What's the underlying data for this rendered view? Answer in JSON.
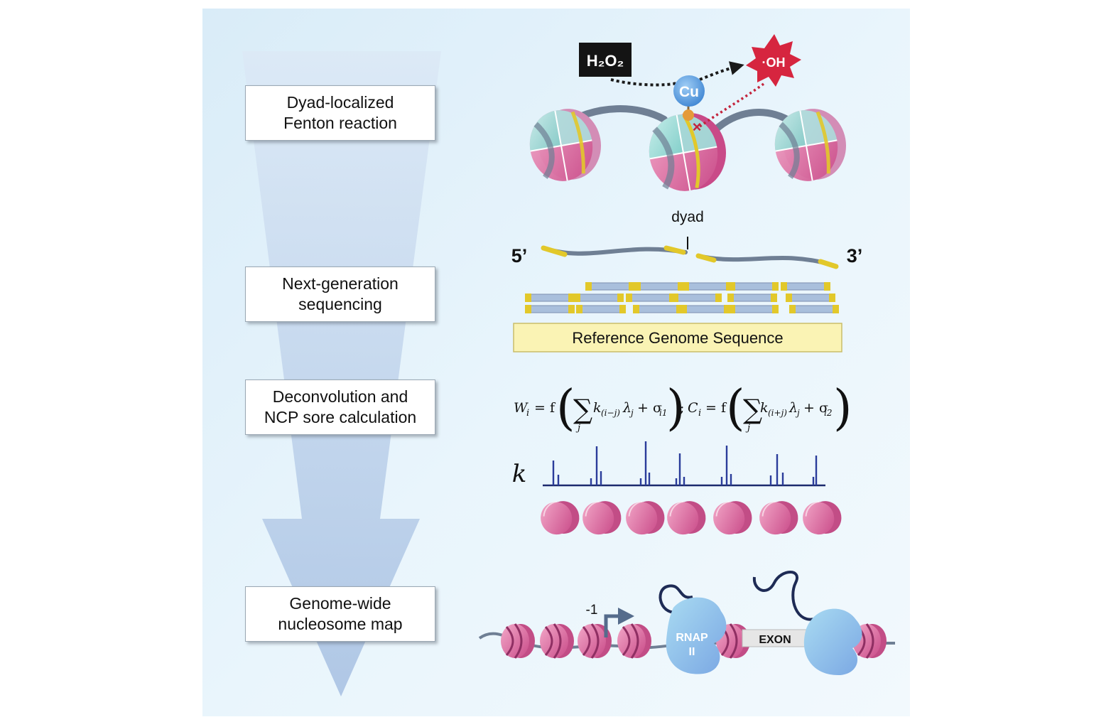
{
  "steps": [
    {
      "line1": "Dyad-localized",
      "line2": "Fenton reaction"
    },
    {
      "line1": "Next-generation",
      "line2": "sequencing"
    },
    {
      "line1": "Deconvolution and",
      "line2": "NCP sore calculation"
    },
    {
      "line1": "Genome-wide",
      "line2": "nucleosome map"
    }
  ],
  "fenton": {
    "reagent": "H₂O₂",
    "radical": "·OH",
    "metal": "Cu",
    "dyad_label": "dyad"
  },
  "sequencing": {
    "five_prime": "5’",
    "three_prime": "3’",
    "reference_label": "Reference Genome Sequence"
  },
  "deconvolution": {
    "w_lhs": "W",
    "w_sub": "i",
    "c_lhs": "C",
    "c_sub": "i",
    "eq": "= f",
    "sum_index": "j",
    "term_k": "k",
    "w_k_sub": "(i−j)",
    "c_k_sub": "(i+j)",
    "lambda": "λ",
    "lambda_sub": "j",
    "plus_sigma": "+ σ",
    "w_sigma_sub": "i1",
    "c_sigma_sub": "i2",
    "separator": ";",
    "k_label": "k"
  },
  "map": {
    "tss_label": "-1",
    "rnap_line1": "RNAP",
    "rnap_line2": "II",
    "exon_label": "EXON"
  },
  "colors": {
    "nucleosome_pink": "#d9609a",
    "histone_cyan": "#8fe0d8",
    "dna_gray": "#6f7f94",
    "read_blue": "#a9bfdc",
    "read_yellow": "#e2c82a",
    "peak_blue": "#2a3c9a",
    "radical_red": "#d6253f",
    "rnap_blue": "#8fc3e6"
  }
}
